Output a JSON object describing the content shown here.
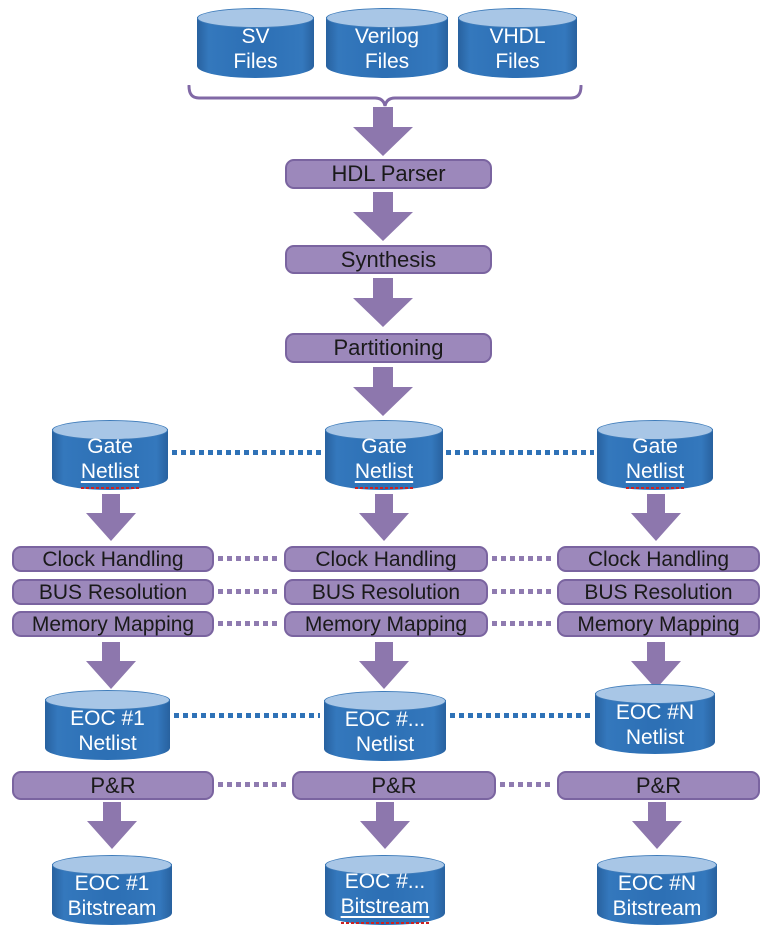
{
  "diagram": {
    "title_semantic": "HDL to FPGA bitstream compilation flow",
    "sources": [
      {
        "line1": "SV",
        "line2": "Files"
      },
      {
        "line1": "Verilog",
        "line2": "Files"
      },
      {
        "line1": "VHDL",
        "line2": "Files"
      }
    ],
    "pipeline": [
      "HDL Parser",
      "Synthesis",
      "Partitioning"
    ],
    "gate_netlist": {
      "line1": "Gate",
      "line2": "Netlist"
    },
    "stages": [
      "Clock Handling",
      "BUS Resolution",
      "Memory Mapping"
    ],
    "eoc_netlists": [
      {
        "line1": "EOC #1",
        "line2": "Netlist"
      },
      {
        "line1": "EOC #...",
        "line2": "Netlist"
      },
      {
        "line1": "EOC #N",
        "line2": "Netlist"
      }
    ],
    "pr_label": "P&R",
    "bitstreams": [
      {
        "line1": "EOC #1",
        "line2": "Bitstream"
      },
      {
        "line1": "EOC #...",
        "line2": "Bitstream"
      },
      {
        "line1": "EOC #N",
        "line2": "Bitstream"
      }
    ],
    "colors": {
      "cylinder_blue": "#2d70b5",
      "cylinder_top": "#a8c6e6",
      "bar_purple": "#9c88bb",
      "bar_border": "#7a64a0",
      "arrow_purple": "#8d77ad",
      "connector_blue": "#2f72b7",
      "connector_purple": "#8f7bb0",
      "brace_purple": "#8169a6",
      "spellcheck_red": "#cc2222",
      "text_dark": "#1a1a1a",
      "text_light": "#ffffff"
    }
  }
}
